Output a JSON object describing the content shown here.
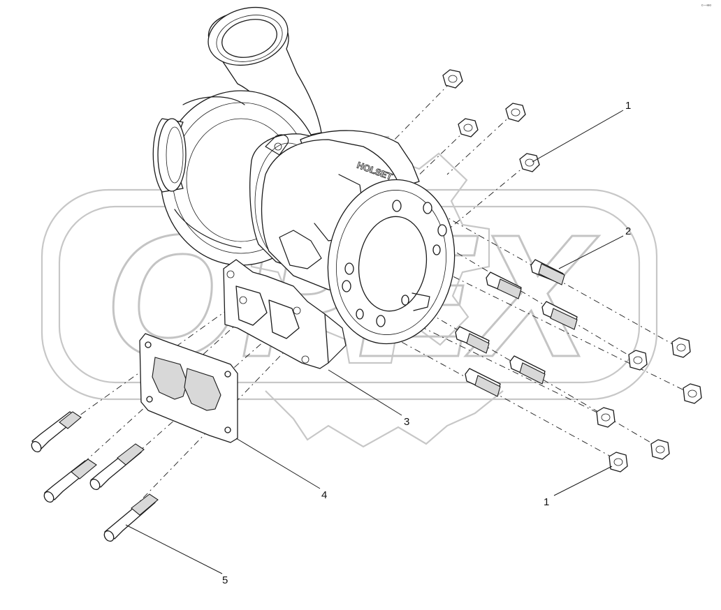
{
  "watermark": {
    "text": "OPEX"
  },
  "brand_mark": {
    "text": "HOLSET"
  },
  "corner_code": {
    "text": "с—ню"
  },
  "callouts": [
    {
      "id": "1",
      "label": "1"
    },
    {
      "id": "2",
      "label": "2"
    },
    {
      "id": "3",
      "label": "3"
    },
    {
      "id": "4",
      "label": "4"
    },
    {
      "id": "5",
      "label": "5"
    },
    {
      "id": "1b",
      "label": "1"
    }
  ],
  "parts": [
    {
      "number": "1",
      "name": "nut"
    },
    {
      "number": "2",
      "name": "stud"
    },
    {
      "number": "3",
      "name": "turbocharger"
    },
    {
      "number": "4",
      "name": "gasket"
    },
    {
      "number": "5",
      "name": "stud"
    }
  ]
}
